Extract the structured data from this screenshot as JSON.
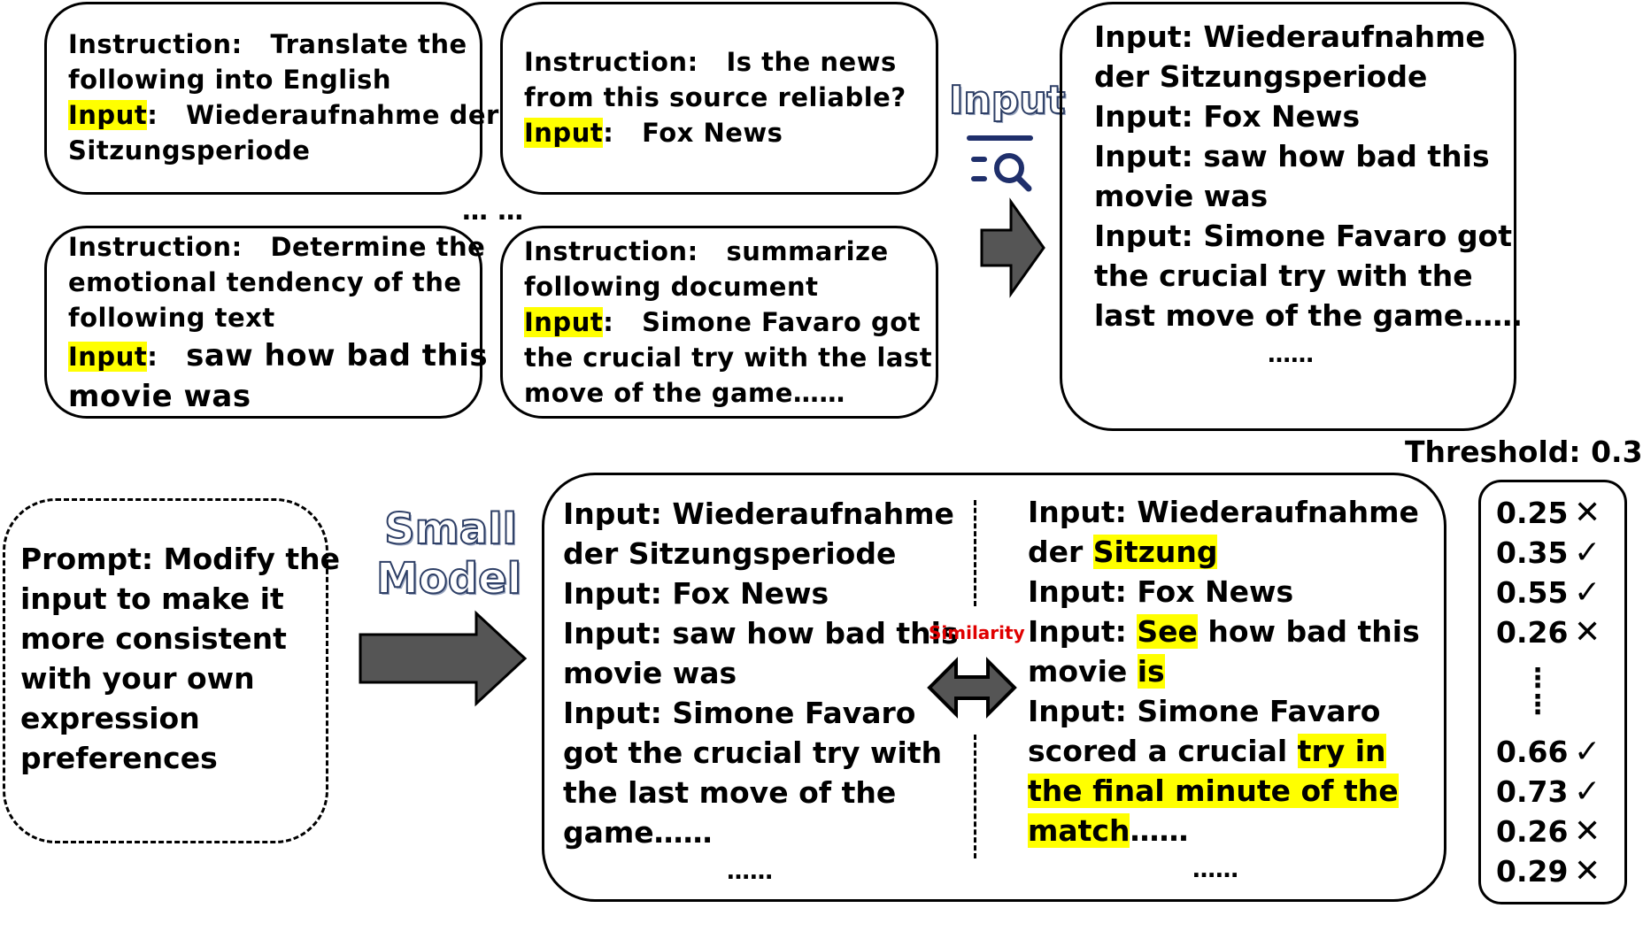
{
  "top_boxes": [
    {
      "instruction_label": "Instruction",
      "instruction_text": "Translate the",
      "instruction_cont": "following into English",
      "input_label": "Input",
      "input_text": "Wiederaufnahme der",
      "input_cont": "Sitzungsperiode"
    },
    {
      "instruction_label": "Instruction",
      "instruction_text": "Is the news",
      "instruction_cont": "from this source reliable?",
      "input_label": "Input",
      "input_text": "Fox News"
    },
    {
      "instruction_label": "Instruction",
      "instruction_text": "Determine the",
      "instruction_cont": "emotional tendency of the",
      "instruction_cont2": "following text",
      "input_label": "Input",
      "input_text": "saw how bad this",
      "input_cont": "movie was"
    },
    {
      "instruction_label": "Instruction",
      "instruction_text": "summarize",
      "instruction_cont": "following document",
      "input_label": "Input",
      "input_text": "Simone Favaro got",
      "input_cont": "the crucial try with the last",
      "input_cont2": "move of the game……"
    }
  ],
  "separator": "… …",
  "input_icon_label": "Input",
  "extracted_inputs": [
    "Input: Wiederaufnahme",
    "der Sitzungsperiode",
    "Input: Fox News",
    "Input: saw how bad this",
    "movie was",
    "Input: Simone Favaro got",
    "the crucial try with the",
    "last move of the game……",
    "……"
  ],
  "threshold_label": "Threshold: 0.3",
  "prompt_lines": [
    "Prompt: Modify the",
    "input to make it",
    "more consistent",
    "with your own",
    "expression",
    "preferences"
  ],
  "small_model_label": [
    "Small",
    "Model"
  ],
  "left_column": [
    "Input: Wiederaufnahme",
    "der Sitzungsperiode",
    "Input: Fox News",
    "Input: saw how bad this",
    "movie was",
    "Input: Simone Favaro",
    "got the crucial try with",
    "the last move of the",
    "game……",
    "……"
  ],
  "similarity_label": "Similarity",
  "right_column": {
    "l1": "Input: Wiederaufnahme",
    "l2_a": "der ",
    "l2_hl": "Sitzung",
    "l3": "Input: Fox News",
    "l4_a": "Input: ",
    "l4_hl": "See",
    "l4_b": " how bad this",
    "l5_a": "movie ",
    "l5_hl": "is",
    "l6": "Input: Simone Favaro",
    "l7_a": "scored a crucial ",
    "l7_hl": "try in",
    "l8_hl": "the final minute of the",
    "l9_hl": "match",
    "l9_b": "……",
    "l10": "……"
  },
  "scores": [
    {
      "value": "0.25",
      "mark": "✕"
    },
    {
      "value": "0.35",
      "mark": "✓"
    },
    {
      "value": "0.55",
      "mark": "✓"
    },
    {
      "value": "0.26",
      "mark": "✕"
    },
    {
      "value": "0.66",
      "mark": "✓"
    },
    {
      "value": "0.73",
      "mark": "✓"
    },
    {
      "value": "0.26",
      "mark": "✕"
    },
    {
      "value": "0.29",
      "mark": "✕"
    }
  ],
  "colors": {
    "highlight": "#ffff00",
    "similarity": "#e00000",
    "arrow": "#555555",
    "icon": "#1f2f6b"
  }
}
